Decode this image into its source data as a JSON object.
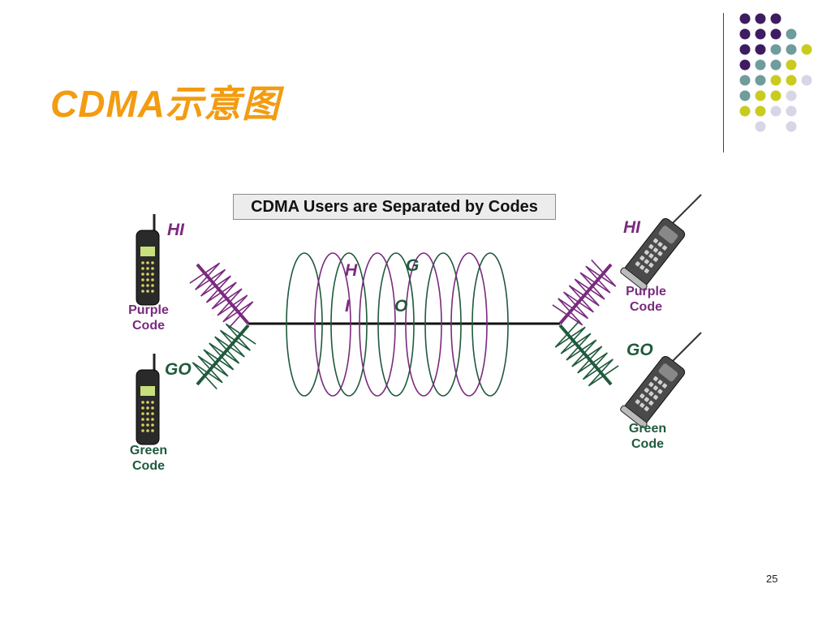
{
  "title": {
    "text": "CDMA示意图",
    "color": "#f39c11"
  },
  "caption": "CDMA Users are Separated by Codes",
  "colors": {
    "purple_code": "#7a2a7e",
    "green_code": "#1f5a3c",
    "dot_palette": [
      "#3f1c61",
      "#6f9c9c",
      "#c9cc1f",
      "#d6d6e6"
    ]
  },
  "left": {
    "purple_message": "HI",
    "purple_code_lines": [
      "Purple",
      "Code"
    ],
    "green_message": "GO",
    "green_code_lines": [
      "Green",
      "Code"
    ],
    "phone_icon": "handset-phone-icon"
  },
  "right": {
    "purple_message": "HI",
    "purple_code_lines": [
      "Purple",
      "Code"
    ],
    "green_message": "GO",
    "green_code_lines": [
      "Green",
      "Code"
    ],
    "phone_icon": "flip-phone-icon"
  },
  "channel_letters": {
    "h": "H",
    "i": "I",
    "g": "G",
    "o": "O"
  },
  "page_number": "25"
}
